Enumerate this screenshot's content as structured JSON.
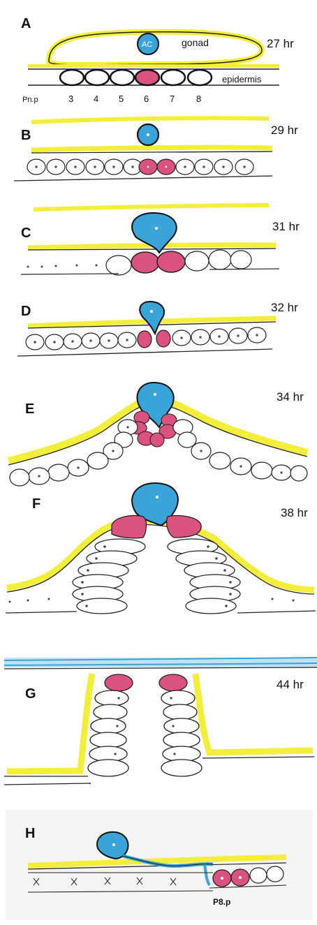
{
  "panels": [
    {
      "letter": "A",
      "time": "27 hr"
    },
    {
      "letter": "B",
      "time": "29 hr"
    },
    {
      "letter": "C",
      "time": "31 hr"
    },
    {
      "letter": "D",
      "time": "32 hr"
    },
    {
      "letter": "E",
      "time": "34 hr"
    },
    {
      "letter": "F",
      "time": "38 hr"
    },
    {
      "letter": "G",
      "time": "44 hr"
    },
    {
      "letter": "H",
      "time": ""
    }
  ],
  "labels": {
    "gonad": "gonad",
    "anchor_cell": "AC",
    "epidermis": "epidermis",
    "pnp": "Pn.p",
    "cell_numbers": [
      "3",
      "4",
      "5",
      "6",
      "7",
      "8"
    ],
    "p8p": "P8.p"
  },
  "colors": {
    "anchor_cell": "#3aa3d8",
    "vulval_cell": "#d9537e",
    "basement_membrane": "#f3ee3c",
    "background": "#ffffff",
    "panel_H_background": "#f4f4f4",
    "outline": "#111111"
  }
}
